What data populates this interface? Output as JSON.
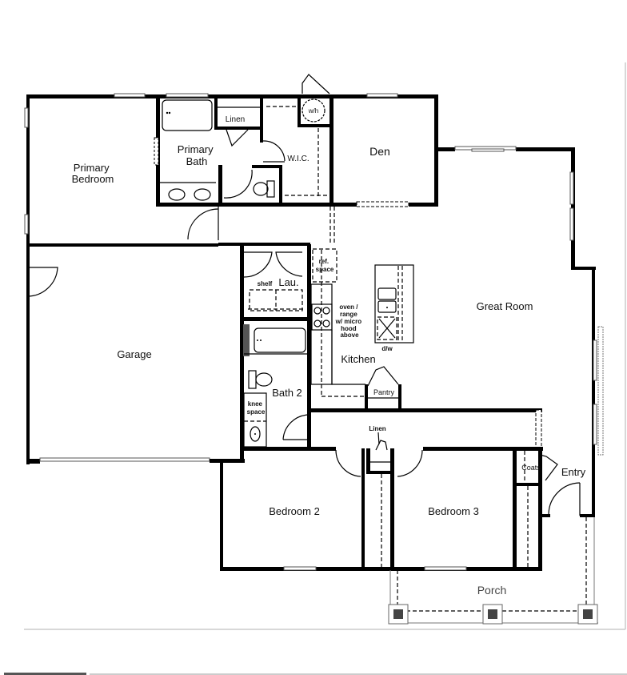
{
  "floorplan": {
    "rooms": {
      "primary_bedroom": [
        "Primary",
        "Bedroom"
      ],
      "primary_bath": [
        "Primary",
        "Bath"
      ],
      "linen_top": "Linen",
      "wic": "W.I.C.",
      "wh": "w/h",
      "den": "Den",
      "great_room": "Great Room",
      "garage": "Garage",
      "laundry": "Lau.",
      "shelf": "shelf",
      "ref_space": [
        "ref.",
        "space"
      ],
      "oven": [
        "oven /",
        "range",
        "w/ micro",
        "hood",
        "above"
      ],
      "dw": "d/w",
      "kitchen": "Kitchen",
      "pantry": "Pantry",
      "bath2": "Bath 2",
      "knee_space": [
        "knee",
        "space"
      ],
      "linen_hall": "Linen",
      "coats": "Coats",
      "entry": "Entry",
      "bedroom2": "Bedroom 2",
      "bedroom3": "Bedroom 3",
      "porch": "Porch"
    }
  },
  "colors": {
    "wall": "#000000",
    "background": "#ffffff",
    "frame": "#cccccc",
    "porch_text": "#444444"
  }
}
